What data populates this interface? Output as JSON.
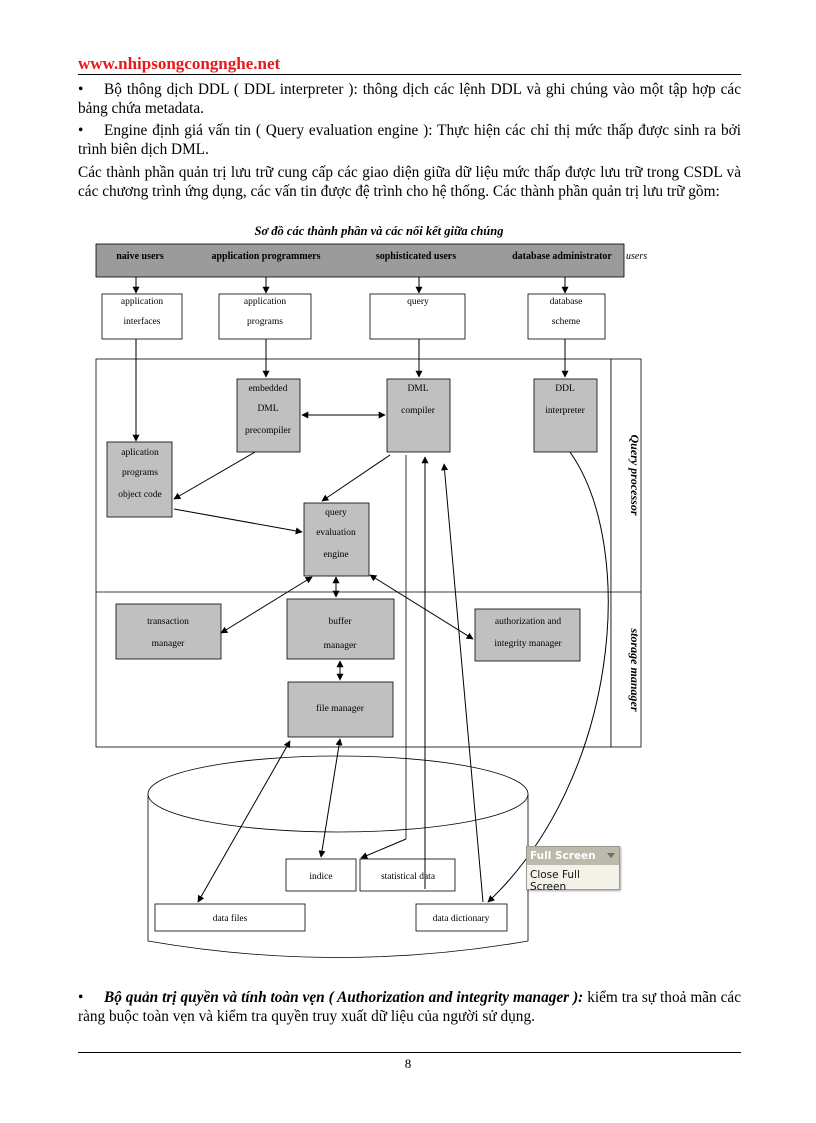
{
  "header": {
    "site": "www.nhipsongcongnghe.net"
  },
  "paragraphs": {
    "p1_bullet": "•",
    "p1": "Bộ thông dịch DDL ( DDL interpreter ): thông dịch các lệnh DDL và ghi chúng vào một tập hợp các bảng chứa metadata.",
    "p2_bullet": "•",
    "p2": "Engine định giá vấn tin ( Query evaluation engine ): Thực hiện các chỉ thị mức thấp được sinh ra bởi trình biên dịch DML.",
    "p3": "Các thành phần quản trị lưu trữ cung cấp các giao diện giữa dữ liệu mức thấp được lưu trữ trong CSDL và các chương trình ứng dụng, các vấn tin được đệ trình cho hệ thống. Các thành phần quản trị lưu trữ gồm:",
    "p4_bullet": "•",
    "p4_bold": "Bộ quản trị quyền và tính toàn vẹn ( Authorization and integrity manager ):",
    "p4_rest": " kiểm tra sự thoả mãn các ràng buộc toàn vẹn và kiểm tra quyền truy xuất dữ liệu của người sử dụng."
  },
  "diagram": {
    "title": "Sơ đồ các thành phần và các nối kết giữa chúng",
    "users_label": "users",
    "user_types": [
      "naive users",
      "application programmers",
      "sophisticated users",
      "database administrator"
    ],
    "interfaces": {
      "app_interfaces": [
        "application",
        "interfaces"
      ],
      "app_programs": [
        "application",
        "programs"
      ],
      "query": [
        "query"
      ],
      "db_scheme": [
        "database",
        "scheme"
      ]
    },
    "query_processor_label": "Query processor",
    "storage_manager_label": "storage manager",
    "components": {
      "embedded": [
        "embedded",
        "DML",
        "precompiler"
      ],
      "dml_compiler": [
        "DML",
        "compiler"
      ],
      "ddl_interpreter": [
        "DDL",
        "interpreter"
      ],
      "object_code": [
        "aplication",
        "programs",
        "object code"
      ],
      "query_eval": [
        "query",
        "evaluation",
        "engine"
      ],
      "transaction": [
        "transaction",
        "manager"
      ],
      "buffer": [
        "buffer",
        "manager"
      ],
      "auth": [
        "authorization and",
        "integrity manager"
      ],
      "file_manager": [
        "file manager"
      ]
    },
    "storage": {
      "indice": "indice",
      "statistical": "statistical data",
      "data_files": "data files",
      "data_dictionary": "data dictionary"
    },
    "colors": {
      "component_fill": "#c0c0c0",
      "band_fill": "#9b9b9b"
    }
  },
  "fullscreen_popup": {
    "title": "Full Screen",
    "close_label": "Close Full Screen"
  },
  "footer": {
    "page_number": "8"
  }
}
